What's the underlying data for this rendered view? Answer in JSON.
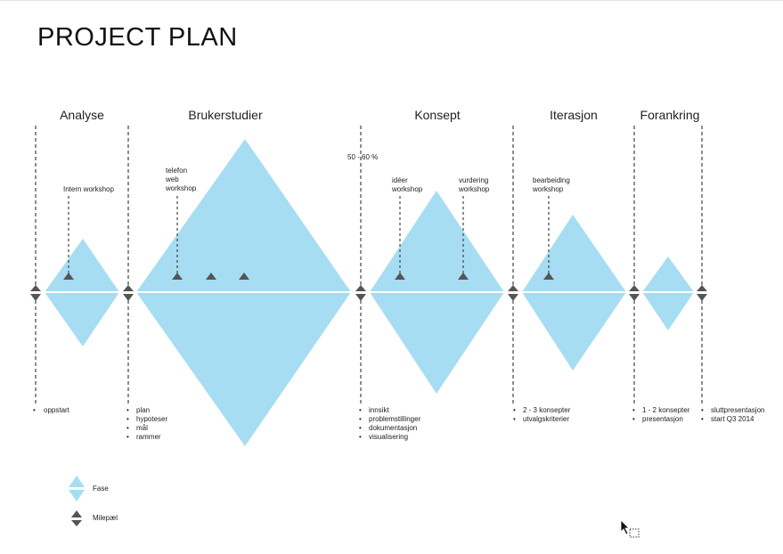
{
  "title": "PROJECT PLAN",
  "phases": [
    {
      "id": "analyse",
      "name": "Analyse",
      "bullets": [
        "oppstart"
      ]
    },
    {
      "id": "brukerstudier",
      "name": "Brukerstudier",
      "bullets": [
        "plan",
        "hypoteser",
        "mål",
        "rammer"
      ]
    },
    {
      "id": "konsept",
      "name": "Konsept",
      "bullets": [
        "innsikt",
        "problemstillinger",
        "dokumentasjon",
        "visualisering"
      ]
    },
    {
      "id": "iterasjon",
      "name": "Iterasjon",
      "bullets": [
        "2 - 3 konsepter",
        "utvalgskriterier"
      ]
    },
    {
      "id": "forankring",
      "name": "Forankring",
      "bullets": [
        "1 - 2 konsepter",
        "presentasjon"
      ]
    },
    {
      "id": "end",
      "name": "",
      "bullets": [
        "sluttpresentasjon",
        "start Q3 2014"
      ]
    }
  ],
  "annotations": {
    "percent": "50 - 60 %",
    "intern_workshop": [
      "Intern workshop"
    ],
    "telefon_web_workshop": [
      "telefon",
      "web",
      "workshop"
    ],
    "ideer_workshop": [
      "idéer",
      "workshop"
    ],
    "vurdering_workshop": [
      "vurdering",
      "workshop"
    ],
    "bearbeiding_workshop": [
      "bearbeiding",
      "workshop"
    ]
  },
  "legend": {
    "fase": "Fase",
    "milepael": "Milepæl"
  },
  "colors": {
    "phase_fill": "#a6ddf2",
    "milestone": "#555555",
    "dash": "#444444"
  }
}
